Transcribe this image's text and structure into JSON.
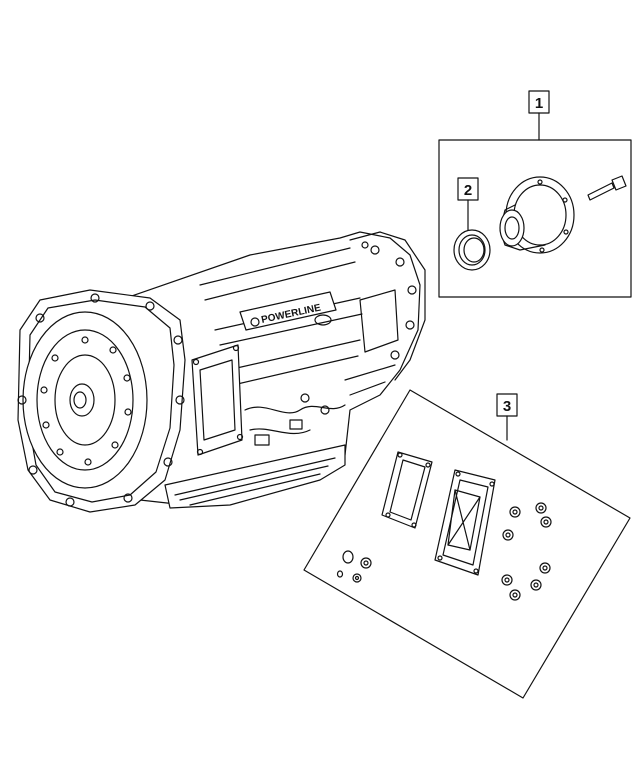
{
  "callouts": [
    {
      "number": "1"
    },
    {
      "number": "2"
    },
    {
      "number": "3"
    }
  ],
  "transmission": {
    "logo_text": "POWERLINE"
  },
  "colors": {
    "line": "#111111",
    "background": "#ffffff"
  }
}
